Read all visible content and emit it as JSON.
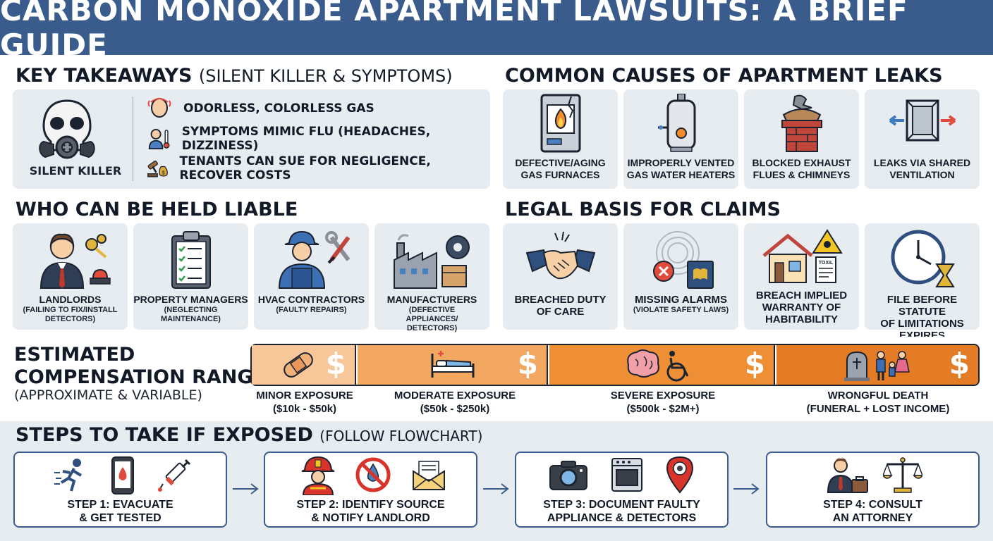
{
  "title": "CARBON MONOXIDE APARTMENT LAWSUITS: A BRIEF GUIDE",
  "key_takeaways": {
    "heading": "KEY TAKEAWAYS",
    "heading_sub": "(SILENT KILLER & SYMPTOMS)",
    "badge_label": "SILENT KILLER",
    "items": [
      {
        "icon": "head-icon",
        "text": "ODORLESS, COLORLESS GAS"
      },
      {
        "icon": "sick-person-icon",
        "text": "SYMPTOMS MIMIC FLU (HEADACHES, DIZZINESS)"
      },
      {
        "icon": "gavel-money-icon",
        "text": "TENANTS CAN SUE FOR NEGLIGENCE, RECOVER COSTS"
      }
    ]
  },
  "causes": {
    "heading": "COMMON CAUSES OF APARTMENT LEAKS",
    "items": [
      {
        "icon": "furnace-icon",
        "line1": "DEFECTIVE/AGING",
        "line2": "GAS FURNACES"
      },
      {
        "icon": "water-heater-icon",
        "line1": "IMPROPERLY VENTED",
        "line2": "GAS WATER HEATERS"
      },
      {
        "icon": "chimney-icon",
        "line1": "BLOCKED EXHAUST",
        "line2": "FLUES & CHIMNEYS"
      },
      {
        "icon": "vent-icon",
        "line1": "LEAKS VIA SHARED",
        "line2": "VENTILATION"
      }
    ]
  },
  "liable": {
    "heading": "WHO CAN BE HELD LIABLE",
    "items": [
      {
        "icon": "landlord-icon",
        "title": "LANDLORDS",
        "sub": "(FAILING TO FIX/INSTALL DETECTORS)"
      },
      {
        "icon": "clipboard-icon",
        "title": "PROPERTY MANAGERS",
        "sub": "(NEGLECTING MAINTENANCE)"
      },
      {
        "icon": "contractor-icon",
        "title": "HVAC CONTRACTORS",
        "sub": "(FAULTY REPAIRS)"
      },
      {
        "icon": "factory-icon",
        "title": "MANUFACTURERS",
        "sub": "(DEFECTIVE APPLIANCES/ DETECTORS)"
      }
    ]
  },
  "legal": {
    "heading": "LEGAL BASIS FOR CLAIMS",
    "items": [
      {
        "icon": "handshake-icon",
        "title": "BREACHED DUTY",
        "title2": "OF CARE",
        "sub": ""
      },
      {
        "icon": "alarm-icon",
        "title": "MISSING ALARMS",
        "title2": "",
        "sub": "(VIOLATE SAFETY LAWS)"
      },
      {
        "icon": "house-warning-icon",
        "title": "BREACH IMPLIED",
        "title2": "WARRANTY OF HABITABILITY",
        "sub": ""
      },
      {
        "icon": "clock-icon",
        "title": "FILE BEFORE STATUTE",
        "title2": "OF LIMITATIONS EXPIRES",
        "sub": ""
      }
    ],
    "doc_label": "TOXIL"
  },
  "compensation": {
    "heading_line1": "ESTIMATED",
    "heading_line2": "COMPENSATION RANGES",
    "heading_sub": "(APPROXIMATE & VARIABLE)",
    "currency_symbol": "$",
    "tiers": [
      {
        "icon": "bandage-icon",
        "name": "MINOR EXPOSURE",
        "range": "($10k - $50k)",
        "color": "#f7c79a"
      },
      {
        "icon": "hospital-bed-icon",
        "name": "MODERATE EXPOSURE",
        "range": "($50k - $250k)",
        "color": "#f3a862"
      },
      {
        "icon": "brain-wheelchair-icon",
        "name": "SEVERE EXPOSURE",
        "range": "($500k - $2M+)",
        "color": "#ee8f35"
      },
      {
        "icon": "grave-family-icon",
        "name": "WRONGFUL DEATH",
        "range": "(FUNERAL + LOST INCOME)",
        "color": "#e47b25"
      }
    ]
  },
  "steps": {
    "heading": "STEPS TO TAKE IF EXPOSED",
    "heading_sub": "(FOLLOW FLOWCHART)",
    "items": [
      {
        "line1": "STEP 1: EVACUATE",
        "line2": "& GET TESTED",
        "icons": [
          "running-person-icon",
          "phone-blood-icon",
          "syringe-icon"
        ]
      },
      {
        "line1": "STEP 2: IDENTIFY SOURCE",
        "line2": "& NOTIFY LANDLORD",
        "icons": [
          "firefighter-icon",
          "no-leak-icon",
          "envelope-icon"
        ]
      },
      {
        "line1": "STEP 3: DOCUMENT FAULTY",
        "line2": "APPLIANCE & DETECTORS",
        "icons": [
          "camera-icon",
          "oven-icon",
          "location-pin-icon"
        ]
      },
      {
        "line1": "STEP 4: CONSULT",
        "line2": "AN ATTORNEY",
        "icons": [
          "attorney-icon",
          "scales-icon"
        ]
      }
    ]
  },
  "colors": {
    "header": "#3a5c8c",
    "card": "#e7ecf1",
    "orange": "#ee8f35",
    "red": "#d9342b",
    "navy": "#2f4f7f"
  }
}
